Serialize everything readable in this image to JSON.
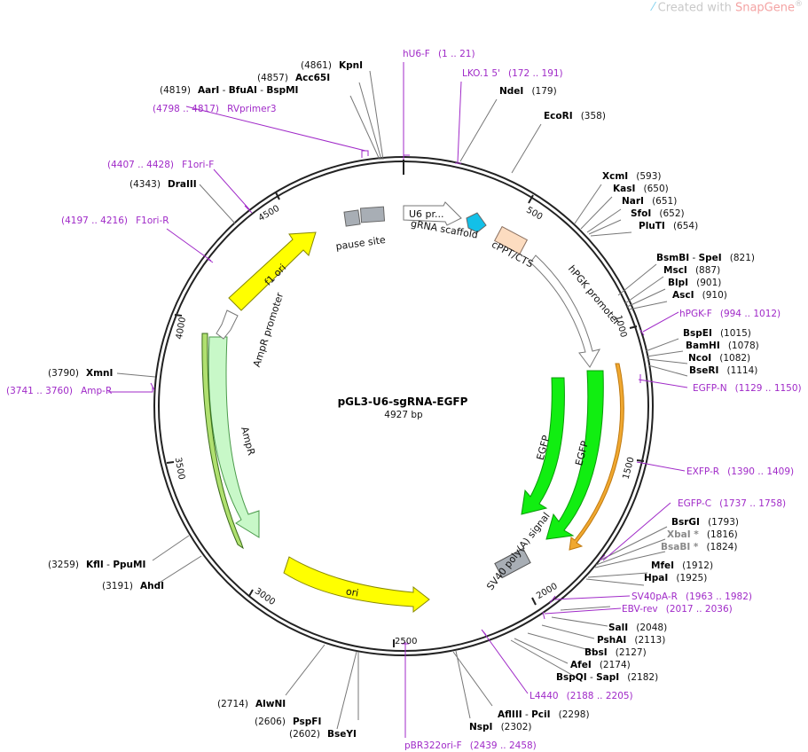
{
  "watermark": {
    "prefix": "Created with ",
    "brand": "SnapGene",
    "mark": "®"
  },
  "plasmid": {
    "name": "pGL3-U6-sgRNA-EGFP",
    "length_label": "4927 bp",
    "length": 4927
  },
  "ticks": [
    "500",
    "1000",
    "1500",
    "2000",
    "2500",
    "3000",
    "3500",
    "4000",
    "4500"
  ],
  "features": [
    {
      "label": "U6 pr...",
      "color": "#ffffff"
    },
    {
      "label": "gRNA scaffold",
      "color": "#13c0e8"
    },
    {
      "label": "cPPT/CTS",
      "color": "#fcdcc0"
    },
    {
      "label": "hPGK promoter",
      "color": "#ffffff"
    },
    {
      "label": "EGFP",
      "color": "#11ee11"
    },
    {
      "label": "EGFP",
      "color": "#11ee11"
    },
    {
      "label": "SV40 poly(A) signal",
      "color": "#a8aeb5"
    },
    {
      "label": "ori",
      "color": "#ffff00"
    },
    {
      "label": "AmpR",
      "color": "#c8f8c8"
    },
    {
      "label": "AmpR promoter",
      "color": "#ffffff"
    },
    {
      "label": "f1 ori",
      "color": "#ffff00"
    },
    {
      "label": "pause site",
      "color": "#a8aeb5"
    }
  ],
  "sites": {
    "kpni": {
      "pos": "(4861)",
      "name": "KpnI"
    },
    "acc65i": {
      "pos": "(4857)",
      "name": "Acc65I"
    },
    "aari": {
      "pos": "(4819)",
      "name": "AarI",
      "sep1": " - ",
      "name2": "BfuAI",
      "sep2": " - ",
      "name3": "BspMI"
    },
    "rvprimer3": {
      "range": "(4798 .. 4817)",
      "name": "RVprimer3"
    },
    "hu6f": {
      "name": "hU6-F",
      "range": "(1 .. 21)"
    },
    "lko15": {
      "name": "LKO.1 5'",
      "range": "(172 .. 191)"
    },
    "ndei": {
      "name": "NdeI",
      "pos": "(179)"
    },
    "ecori": {
      "name": "EcoRI",
      "pos": "(358)"
    },
    "xcmi": {
      "name": "XcmI",
      "pos": "(593)"
    },
    "kasi": {
      "name": "KasI",
      "pos": "(650)"
    },
    "nari": {
      "name": "NarI",
      "pos": "(651)"
    },
    "sfoi": {
      "name": "SfoI",
      "pos": "(652)"
    },
    "pluti": {
      "name": "PluTI",
      "pos": "(654)"
    },
    "bsmbi": {
      "name": "BsmBI",
      "sep": " - ",
      "name2": "SpeI",
      "pos": "(821)"
    },
    "msci": {
      "name": "MscI",
      "pos": "(887)"
    },
    "blpi": {
      "name": "BlpI",
      "pos": "(901)"
    },
    "asci": {
      "name": "AscI",
      "pos": "(910)"
    },
    "hpgkf": {
      "name": "hPGK-F",
      "range": "(994 .. 1012)"
    },
    "bspei": {
      "name": "BspEI",
      "pos": "(1015)"
    },
    "bamhi": {
      "name": "BamHI",
      "pos": "(1078)"
    },
    "ncoi": {
      "name": "NcoI",
      "pos": "(1082)"
    },
    "bseri": {
      "name": "BseRI",
      "pos": "(1114)"
    },
    "egfpn": {
      "name": "EGFP-N",
      "range": "(1129 .. 1150)"
    },
    "exfpr": {
      "name": "EXFP-R",
      "range": "(1390 .. 1409)"
    },
    "egfpc": {
      "name": "EGFP-C",
      "range": "(1737 .. 1758)"
    },
    "bsrgi": {
      "name": "BsrGI",
      "pos": "(1793)"
    },
    "xbai": {
      "name": "XbaI *",
      "pos": "(1816)"
    },
    "bsabi": {
      "name": "BsaBI *",
      "pos": "(1824)"
    },
    "mfei": {
      "name": "MfeI",
      "pos": "(1912)"
    },
    "hpai": {
      "name": "HpaI",
      "pos": "(1925)"
    },
    "sv40par": {
      "name": "SV40pA-R",
      "range": "(1963 .. 1982)"
    },
    "ebvrev": {
      "name": "EBV-rev",
      "range": "(2017 .. 2036)"
    },
    "sali": {
      "name": "SalI",
      "pos": "(2048)"
    },
    "pshai": {
      "name": "PshAI",
      "pos": "(2113)"
    },
    "bbsi": {
      "name": "BbsI",
      "pos": "(2127)"
    },
    "afei": {
      "name": "AfeI",
      "pos": "(2174)"
    },
    "bspqi": {
      "name": "BspQI",
      "sep": " - ",
      "name2": "SapI",
      "pos": "(2182)"
    },
    "l4440": {
      "name": "L4440",
      "range": "(2188 .. 2205)"
    },
    "aflIII": {
      "name": "AflIII",
      "sep": " - ",
      "name2": "PciI",
      "pos": "(2298)"
    },
    "nspi": {
      "name": "NspI",
      "pos": "(2302)"
    },
    "pbr322": {
      "name": "pBR322ori-F",
      "range": "(2439 .. 2458)"
    },
    "bseyi": {
      "pos": "(2602)",
      "name": "BseYI"
    },
    "pspfi": {
      "pos": "(2606)",
      "name": "PspFI"
    },
    "alwni": {
      "pos": "(2714)",
      "name": "AlwNI"
    },
    "ahdi": {
      "pos": "(3191)",
      "name": "AhdI"
    },
    "kfli": {
      "pos": "(3259)",
      "name": "KflI",
      "sep": " - ",
      "name2": "PpuMI"
    },
    "ampr_primer": {
      "range": "(3741 .. 3760)",
      "name": "Amp-R"
    },
    "xmni": {
      "pos": "(3790)",
      "name": "XmnI"
    },
    "f1orir": {
      "range": "(4197 .. 4216)",
      "name": "F1ori-R"
    },
    "draiii": {
      "pos": "(4343)",
      "name": "DraIII"
    },
    "f1orif": {
      "range": "(4407 .. 4428)",
      "name": "F1ori-F"
    }
  }
}
